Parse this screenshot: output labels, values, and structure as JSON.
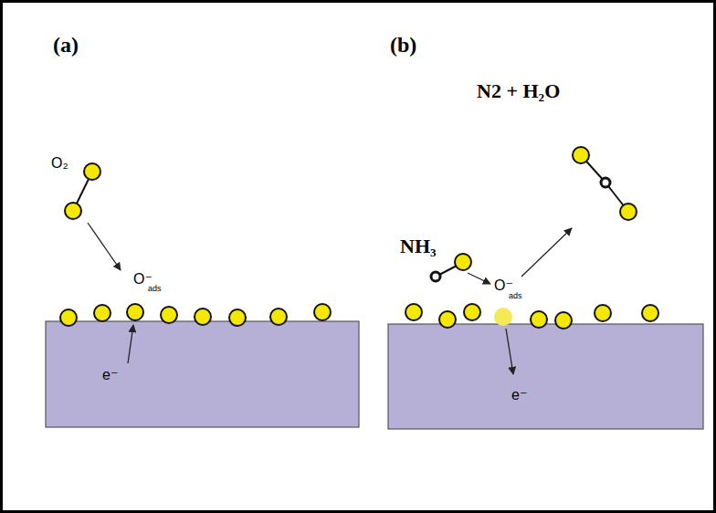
{
  "diagram": {
    "labels": [
      "(a)",
      "(b)",
      "O₂",
      "O⁻",
      "ads",
      "e⁻",
      "NH₃",
      "N2 + H₂O",
      "O⁻",
      "ads",
      "e⁻"
    ]
  }
}
